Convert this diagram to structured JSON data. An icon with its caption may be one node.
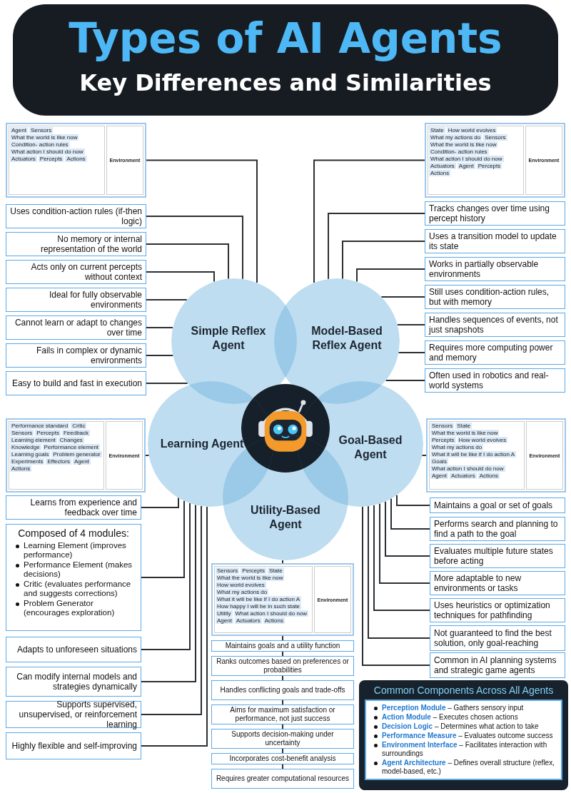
{
  "diagram": {
    "title": "Types of AI Agents",
    "nodes": [
      {
        "text": [
          "Agent",
          "Sensors",
          "What the world is like now",
          "Condition- action rules",
          "What action I should do now",
          "Actuators",
          "Percepts",
          "Actions",
          "Environment"
        ]
      },
      {
        "text": [
          "State",
          "How world evolves",
          "What my actions do",
          "Sensors",
          "What the world is like now",
          "Condition- action rules",
          "What action I should do now",
          "Actuators",
          "Agent",
          "Percepts",
          "Actions",
          "Environment"
        ]
      },
      {
        "text": [
          "Uses condition-action rules (if-then logic)"
        ]
      },
      {
        "text": [
          "No memory or internal representation of the world"
        ]
      },
      {
        "text": [
          "Acts only on current percepts without context"
        ]
      },
      {
        "text": [
          "Ideal for fully observable environments"
        ]
      },
      {
        "text": [
          "Cannot learn or adapt to changes over time"
        ]
      },
      {
        "text": [
          "Fails in complex or dynamic environments"
        ]
      },
      {
        "text": [
          "Easy to build and fast in execution"
        ]
      },
      {
        "text": [
          "Tracks changes over time using percept history"
        ]
      },
      {
        "text": [
          "Uses a transition model to update its state"
        ]
      },
      {
        "text": [
          "Works in partially observable environments"
        ]
      },
      {
        "text": [
          "Still uses condition-action rules, but with memory"
        ]
      },
      {
        "text": [
          "Handles sequences of events, not just snapshots"
        ]
      },
      {
        "text": [
          "Requires more computing power and memory"
        ]
      },
      {
        "text": [
          "Often used in robotics and real-world systems"
        ]
      },
      {
        "text": [
          "Simple Reflex Agent"
        ]
      },
      {
        "text": [
          "Model-Based Reflex Agent"
        ]
      },
      {
        "text": [],
        "shape": "picture"
      },
      {
        "text": [
          "Learning Agent"
        ]
      },
      {
        "text": [
          "Goal-Based Agent"
        ]
      },
      {
        "text": [
          "Utility-Based Agent"
        ]
      },
      {
        "text": [
          "Performance standard",
          "Critic",
          "Sensors",
          "Percepts",
          "Feedback",
          "Learning element",
          "Changes",
          "Knowledge",
          "Performance element",
          "Learning goals",
          "Problem generator",
          "Experiments",
          "Effectors",
          "Agent",
          "Actions",
          "Environment"
        ]
      },
      {
        "text": [
          "Sensors",
          "State",
          "What the world is like now",
          "Percepts",
          "How world evolves",
          "What my actions do",
          "What it will be like if I do action A",
          "Goals",
          "What action I should do now",
          "Agent",
          "Actuators",
          "Actions",
          "Environment"
        ]
      },
      {
        "text": [
          "Learns from experience and feedback over time"
        ]
      },
      {
        "text": [
          "Composed of 4 modules:",
          "Learning Element (improves performance)",
          "Performance Element (makes decisions)",
          "Critic (evaluates performance and suggests corrections)",
          "Problem Generator (encourages exploration)"
        ]
      },
      {
        "text": [
          "Adapts to unforeseen situations"
        ]
      },
      {
        "text": [
          "Can modify internal models and strategies dynamically"
        ]
      },
      {
        "text": [
          "Supports supervised, unsupervised, or reinforcement learning"
        ]
      },
      {
        "text": [
          "Highly flexible and self-improving"
        ]
      },
      {
        "text": [
          "Maintains a goal or set of goals"
        ]
      },
      {
        "text": [
          "Performs search and planning to find a path to the goal"
        ]
      },
      {
        "text": [
          "Evaluates multiple future states before acting"
        ]
      },
      {
        "text": [
          "More adaptable to new environments or tasks"
        ]
      },
      {
        "text": [
          "Uses heuristics or optimization techniques for pathfinding"
        ]
      },
      {
        "text": [
          "Not guaranteed to find the best solution, only goal-reaching"
        ]
      },
      {
        "text": [
          "Common in AI planning systems and strategic game agents"
        ]
      },
      {
        "text": [
          "Sensors",
          "Percepts",
          "State",
          "What the world is like now",
          "How world evolves",
          "What my actions do",
          "What it will be like if I do action A",
          "How happy I will be in such state",
          "Utility",
          "What action I should do now",
          "Agent",
          "Actuators",
          "Actions",
          "Environment"
        ]
      },
      {
        "text": [
          "Maintains goals and a utility function"
        ]
      },
      {
        "text": [
          "Ranks outcomes based on preferences or probabilities"
        ]
      },
      {
        "text": [
          "Handles conflicting goals and trade-offs"
        ]
      },
      {
        "text": [
          "Aims for maximum satisfaction or performance, not just success"
        ]
      },
      {
        "text": [
          "Supports decision-making under uncertainty"
        ]
      },
      {
        "text": [
          "Incorporates cost-benefit analysis"
        ]
      },
      {
        "text": [
          "Requires greater computational resources"
        ]
      },
      {
        "text": [
          "Common Components Across All Agents",
          "**Perception Module** – Gathers sensory input",
          "**Action Module** – Executes chosen actions",
          "**Decision Logic** – Determines what action to take",
          "**Performance Measure** – Evaluates outcome success",
          "**Environment Interface** – Facilitates interaction with surroundings",
          "**Agent Architecture** – Defines overall structure (reflex, model-based, etc.)"
        ]
      }
    ],
    "edges": [
      {
        "from": 0,
        "to": 16,
        "arrow": "none"
      },
      {
        "from": 1,
        "to": 17,
        "arrow": "none"
      },
      {
        "from": 2,
        "to": 16,
        "arrow": "none"
      },
      {
        "from": 3,
        "to": 16,
        "arrow": "none"
      },
      {
        "from": 4,
        "to": 16,
        "arrow": "none"
      },
      {
        "from": 5,
        "to": 16,
        "arrow": "none"
      },
      {
        "from": 6,
        "to": 16,
        "arrow": "none"
      },
      {
        "from": 7,
        "to": 16,
        "arrow": "none"
      },
      {
        "from": 8,
        "to": 16,
        "arrow": "none"
      },
      {
        "from": 9,
        "to": 17,
        "arrow": "none"
      },
      {
        "from": 10,
        "to": 17,
        "arrow": "none"
      },
      {
        "from": 11,
        "to": 17,
        "arrow": "none"
      },
      {
        "from": 12,
        "to": 17,
        "arrow": "none"
      },
      {
        "from": 13,
        "to": 17,
        "arrow": "none"
      },
      {
        "from": 14,
        "to": 17,
        "arrow": "none"
      },
      {
        "from": 15,
        "to": 17,
        "arrow": "none"
      },
      {
        "from": 22,
        "to": 19,
        "arrow": "none"
      },
      {
        "from": 23,
        "to": 20,
        "arrow": "none"
      },
      {
        "from": 24,
        "to": 19,
        "arrow": "none"
      },
      {
        "from": 25,
        "to": 19,
        "arrow": "none"
      },
      {
        "from": 26,
        "to": 19,
        "arrow": "none"
      },
      {
        "from": 27,
        "to": 19,
        "arrow": "none"
      },
      {
        "from": 28,
        "to": 19,
        "arrow": "none"
      },
      {
        "from": 29,
        "to": 19,
        "arrow": "none"
      },
      {
        "from": 30,
        "to": 20,
        "arrow": "none"
      },
      {
        "from": 31,
        "to": 20,
        "arrow": "none"
      },
      {
        "from": 32,
        "to": 20,
        "arrow": "none"
      },
      {
        "from": 33,
        "to": 20,
        "arrow": "none"
      },
      {
        "from": 34,
        "to": 20,
        "arrow": "none"
      },
      {
        "from": 35,
        "to": 20,
        "arrow": "none"
      },
      {
        "from": 36,
        "to": 20,
        "arrow": "none"
      },
      {
        "from": 37,
        "to": 21,
        "arrow": "none"
      },
      {
        "from": 38,
        "to": 37,
        "arrow": "none"
      },
      {
        "from": 39,
        "to": 38,
        "arrow": "none"
      },
      {
        "from": 40,
        "to": 39,
        "arrow": "none"
      },
      {
        "from": 41,
        "to": 40,
        "arrow": "none"
      },
      {
        "from": 42,
        "to": 41,
        "arrow": "none"
      },
      {
        "from": 43,
        "to": 42,
        "arrow": "none"
      },
      {
        "from": 44,
        "to": 43,
        "arrow": "none"
      }
    ],
    "labels": [
      "Key Differences and Similarities"
    ]
  }
}
